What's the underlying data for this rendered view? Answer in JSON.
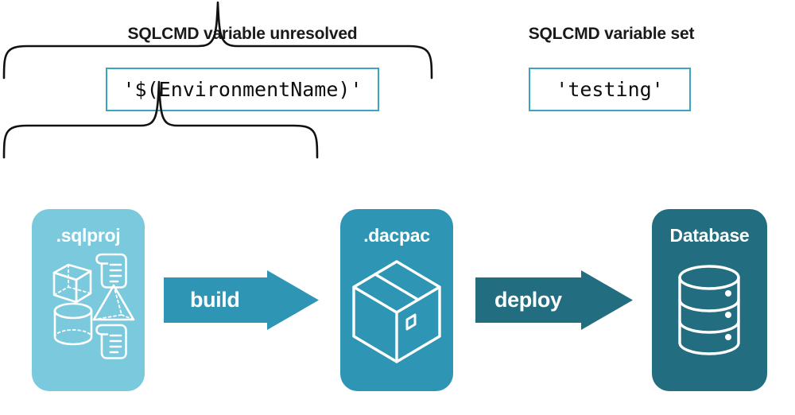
{
  "diagram": {
    "title_left": "SQLCMD variable unresolved",
    "title_right": "SQLCMD variable set",
    "value_left": "'$(EnvironmentName)'",
    "value_right": "'testing'",
    "stages": [
      {
        "id": "sqlproj",
        "label": ".sqlproj",
        "color": "#7bc9dd",
        "icons": [
          "cube-icon",
          "scroll-icon",
          "pyramid-icon",
          "cylinder-icon",
          "scroll-icon"
        ]
      },
      {
        "id": "dacpac",
        "label": ".dacpac",
        "color": "#2e95b5",
        "icons": [
          "package-box-icon"
        ]
      },
      {
        "id": "database",
        "label": "Database",
        "color": "#226e80",
        "icons": [
          "database-cylinder-icon"
        ]
      }
    ],
    "arrows": [
      {
        "id": "build",
        "label": "build",
        "color": "#2e95b5"
      },
      {
        "id": "deploy",
        "label": "deploy",
        "color": "#226e80"
      }
    ],
    "accent_border": "#3ba4c4",
    "brace_color": "#111111",
    "background": "#ffffff"
  }
}
